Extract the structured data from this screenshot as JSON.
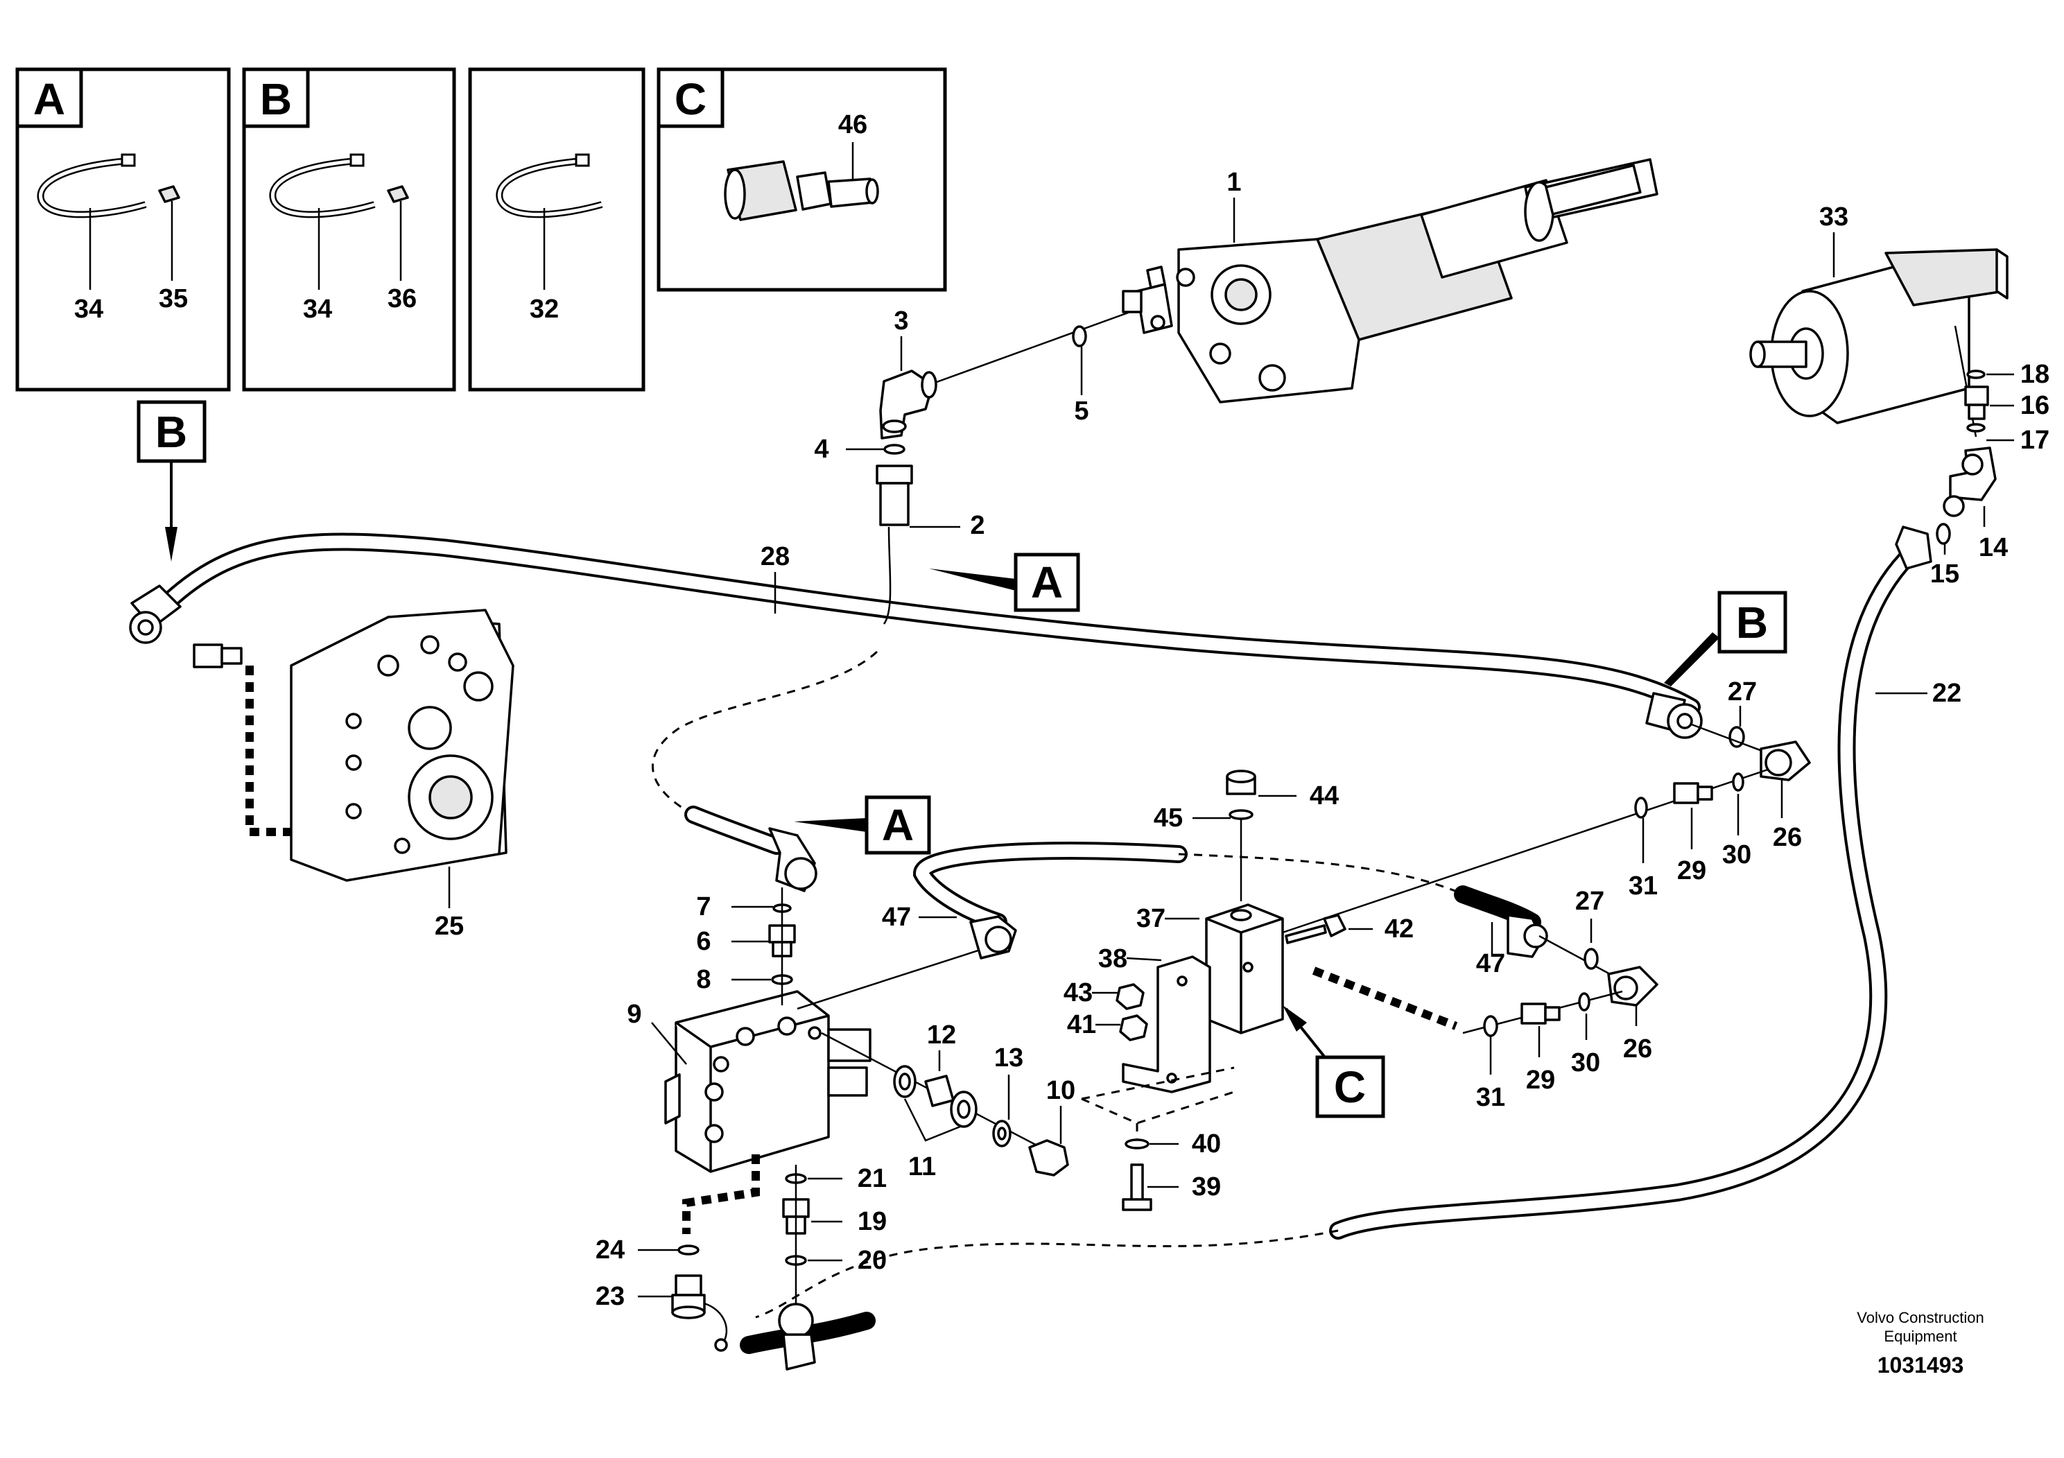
{
  "inset_panels": [
    {
      "letter": "A",
      "callouts": [
        "34",
        "35"
      ]
    },
    {
      "letter": "B",
      "callouts": [
        "34",
        "36"
      ]
    },
    {
      "letter": "",
      "callouts": [
        "32"
      ]
    },
    {
      "letter": "C",
      "callouts": [
        "46"
      ]
    }
  ],
  "reference_markers": {
    "b_left": "B",
    "a_upper": "A",
    "b_right": "B",
    "a_lower": "A",
    "c_block": "C"
  },
  "callouts": {
    "p1": "1",
    "p2": "2",
    "p3": "3",
    "p4": "4",
    "p5": "5",
    "p6": "6",
    "p7": "7",
    "p8": "8",
    "p9": "9",
    "p10": "10",
    "p11": "11",
    "p12": "12",
    "p13": "13",
    "p14": "14",
    "p15": "15",
    "p16": "16",
    "p17": "17",
    "p18": "18",
    "p19": "19",
    "p20": "20",
    "p21": "21",
    "p22": "22",
    "p23": "23",
    "p24": "24",
    "p25": "25",
    "p26a": "26",
    "p26b": "26",
    "p27a": "27",
    "p27b": "27",
    "p28": "28",
    "p29a": "29",
    "p29b": "29",
    "p30a": "30",
    "p30b": "30",
    "p31a": "31",
    "p31b": "31",
    "p33": "33",
    "p37": "37",
    "p38": "38",
    "p39": "39",
    "p40": "40",
    "p41": "41",
    "p42": "42",
    "p43": "43",
    "p44": "44",
    "p45": "45",
    "p47a": "47",
    "p47b": "47"
  },
  "footer": {
    "credit_line1": "Volvo Construction",
    "credit_line2": "Equipment",
    "drawing_number": "1031493"
  }
}
